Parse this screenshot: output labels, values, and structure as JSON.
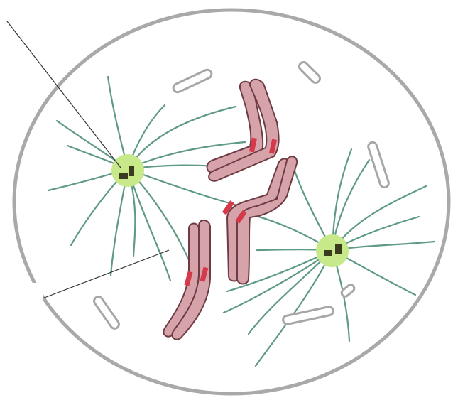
{
  "diagram": {
    "labels": [],
    "colors": {
      "cell_outline": "#a9a9a9",
      "cell_fill": "#ffffff",
      "spindle_fiber": "#5f9a86",
      "centrosome_fill": "#c7e98a",
      "centriole": "#3a3a1e",
      "chromosome_fill": "#d6a3aa",
      "chromosome_outline": "#6e3b42",
      "centromere": "#d63a4a",
      "organelle_outline": "#a7a7a7",
      "leader_line": "#333333"
    },
    "components": [
      "cell-membrane",
      "centrosome-left",
      "centrosome-right",
      "spindle-fibers",
      "chromosomes",
      "vesicles",
      "leader-lines"
    ]
  }
}
